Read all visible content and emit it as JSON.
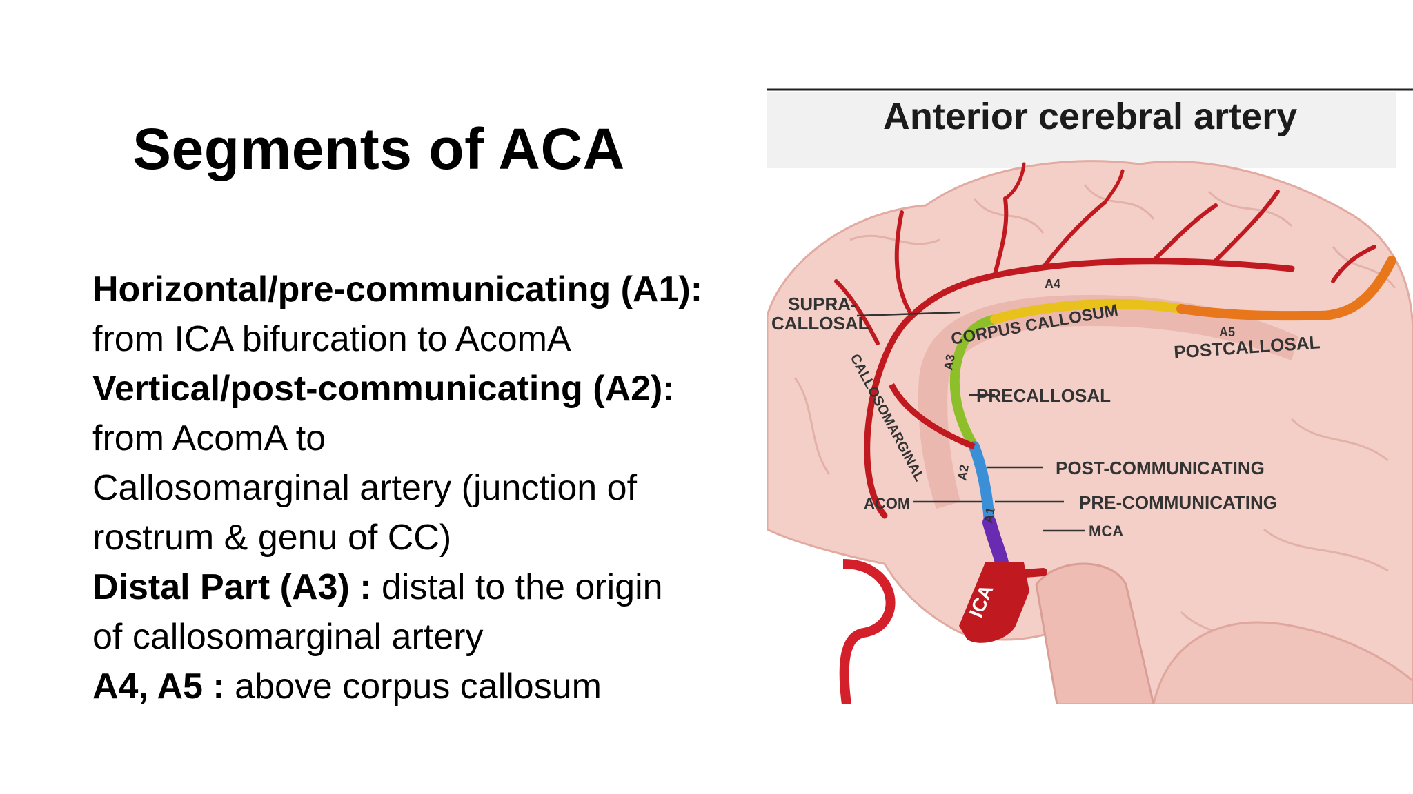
{
  "slide": {
    "title": "Segments of ACA",
    "lines": [
      {
        "bold": "Horizontal/pre-communicating (A1):",
        "text": ""
      },
      {
        "bold": "",
        "text": "from ICA bifurcation to AcomA"
      },
      {
        "bold": "Vertical/post-communicating (A2):",
        "text": ""
      },
      {
        "bold": "",
        "text": "from AcomA to"
      },
      {
        "bold": "",
        "text": "Callosomarginal artery (junction of"
      },
      {
        "bold": "",
        "text": "rostrum & genu of CC)"
      },
      {
        "bold": "Distal Part (A3) :",
        "text": " distal to the origin"
      },
      {
        "bold": "",
        "text": "of callosomarginal artery"
      },
      {
        "bold": "A4, A5 :",
        "text": " above corpus callosum"
      }
    ]
  },
  "figure": {
    "title": "Anterior cerebral artery",
    "labels": {
      "supra": "SUPRA-",
      "callosal": "CALLOSAL",
      "a4": "A4",
      "a5": "A5",
      "a3": "A3",
      "a2": "A2",
      "a1": "A1",
      "corpus_callosum": "CORPUS CALLOSUM",
      "postcallosal": "POSTCALLOSAL",
      "precallosal": "PRECALLOSAL",
      "callosomarginal": "CALLOSOMARGINAL",
      "post_communicating": "POST-COMMUNICATING",
      "pre_communicating": "PRE-COMMUNICATING",
      "acom": "ACOM",
      "mca": "MCA",
      "ica": "ICA"
    },
    "colors": {
      "brain": "#f3cfc8",
      "artery": "#c0191f",
      "a4": "#e8c21a",
      "a5": "#e8761a",
      "a3": "#8cbf2a",
      "a2": "#3a8fd6",
      "a1": "#6a2bb3"
    }
  }
}
